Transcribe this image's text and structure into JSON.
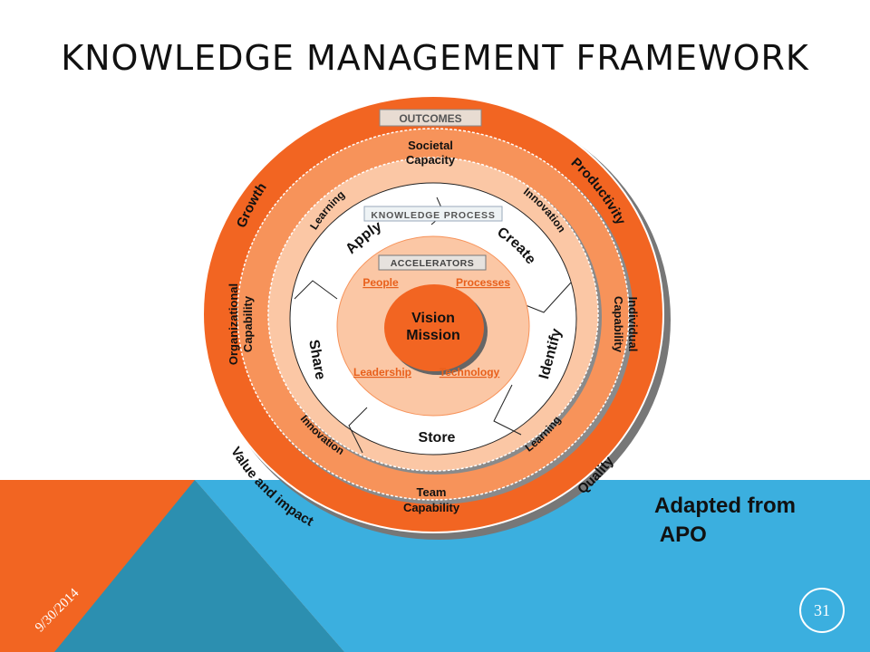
{
  "slide": {
    "title": "KNOWLEDGE MANAGEMENT FRAMEWORK",
    "credit": "Adapted from\n APO",
    "date": "9/30/2014",
    "page_number": "31"
  },
  "colors": {
    "orange_dark": "#f26522",
    "orange_mid": "#f7935a",
    "orange_light": "#fbc7a5",
    "blue": "#3bafdf",
    "teal": "#2c8fb0",
    "white": "#ffffff"
  },
  "diagram": {
    "outcomes_badge": "OUTCOMES",
    "process_badge": "KNOWLEDGE PROCESS",
    "accelerators_badge": "ACCELERATORS",
    "outer_ring": {
      "growth": "Growth",
      "productivity": "Productivity",
      "value_impact": "Value and impact",
      "quality": "Quality"
    },
    "capabilities": {
      "societal_1": "Societal",
      "societal_2": "Capacity",
      "organizational_1": "Organizational",
      "organizational_2": "Capability",
      "individual_1": "Individual",
      "individual_2": "Capability",
      "team_1": "Team",
      "team_2": "Capability"
    },
    "process_ring": {
      "learning_top": "Learning",
      "innovation_top": "Innovation",
      "innovation_bottom": "Innovation",
      "learning_bottom": "Learning"
    },
    "steps": {
      "apply": "Apply",
      "create": "Create",
      "share": "Share",
      "identify": "Identify",
      "store": "Store"
    },
    "accelerators": {
      "people": "People",
      "processes": "Processes",
      "leadership": "Leadership",
      "technology": "Technology"
    },
    "core": {
      "vision": "Vision",
      "mission": "Mission"
    }
  }
}
